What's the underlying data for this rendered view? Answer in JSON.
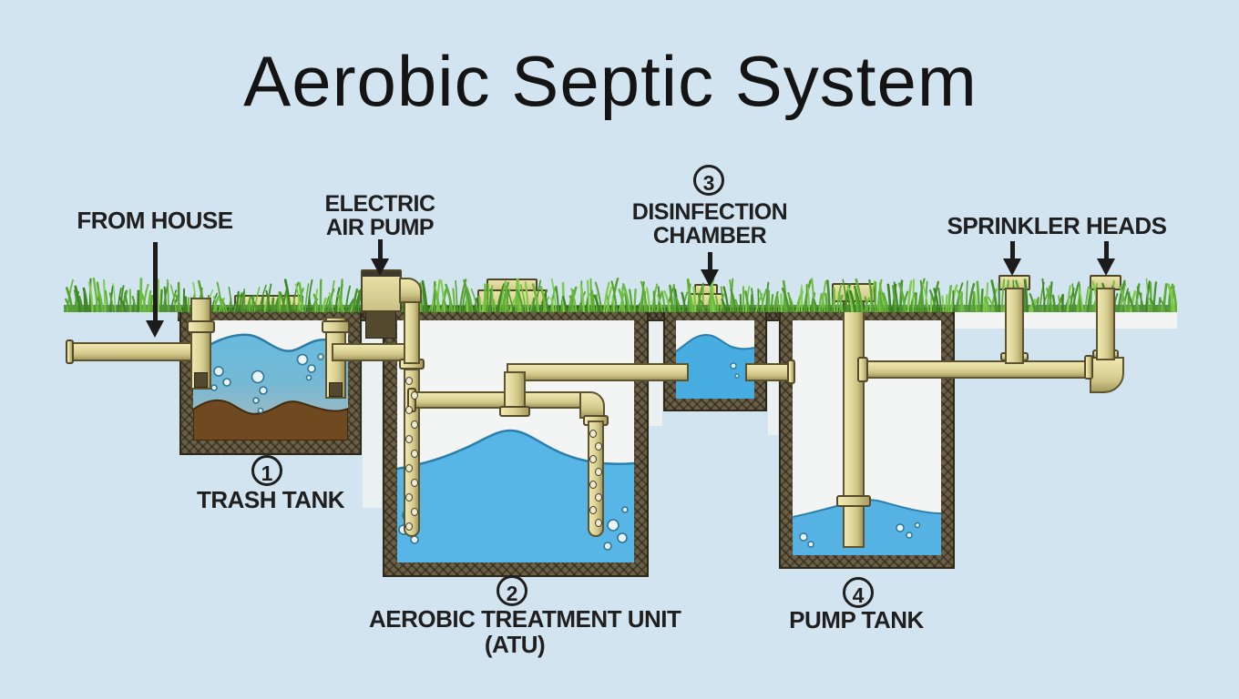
{
  "title": "Aerobic Septic System",
  "callouts": {
    "from_house": "FROM HOUSE",
    "electric_air_pump_line1": "ELECTRIC",
    "electric_air_pump_line2": "AIR PUMP",
    "sprinkler_heads": "SPRINKLER HEADS"
  },
  "components": [
    {
      "number": "1",
      "name": "TRASH TANK"
    },
    {
      "number": "2",
      "name": "AEROBIC TREATMENT UNIT",
      "sub": "(ATU)"
    },
    {
      "number": "3",
      "name_line1": "DISINFECTION",
      "name_line2": "CHAMBER"
    },
    {
      "number": "4",
      "name": "PUMP TANK"
    }
  ],
  "colors": {
    "background": "#d3e4f1",
    "water": "#57b6e5",
    "water_gray": "#9db9c2",
    "sludge": "#6f4a20",
    "pipe": "#d9d194",
    "soil": "#675c45",
    "grass": "#55a230",
    "text": "#1f1f1f"
  }
}
